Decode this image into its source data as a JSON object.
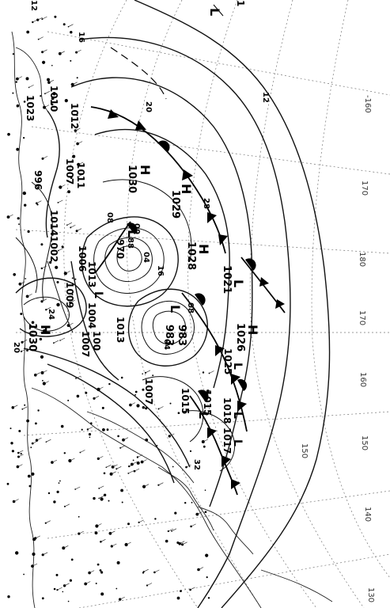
{
  "map": {
    "pressure_systems": [
      {
        "id": "low-983",
        "type": "L",
        "pressure": "983",
        "second_label": "983"
      },
      {
        "id": "low-970",
        "type": "L",
        "pressure": "970"
      },
      {
        "id": "high-1030-left",
        "type": "H",
        "pressure": "1030"
      },
      {
        "id": "high-1030-top",
        "type": "H",
        "pressure": "1030"
      },
      {
        "id": "high-1029",
        "type": "H",
        "pressure": "1029"
      },
      {
        "id": "high-1028",
        "type": "H",
        "pressure": "1028"
      },
      {
        "id": "high-1026",
        "type": "H",
        "pressure": "1026"
      },
      {
        "id": "high-1015",
        "type": "H",
        "pressure": "1015"
      },
      {
        "id": "low-1021",
        "type": "L",
        "pressure": "1021"
      },
      {
        "id": "low-1025",
        "type": "L",
        "pressure": "1025"
      },
      {
        "id": "low-1018",
        "type": "L",
        "pressure": "1018"
      },
      {
        "id": "low-1017",
        "type": "L",
        "pressure": "1017"
      },
      {
        "id": "low-1015",
        "type": "L",
        "pressure": "1015"
      },
      {
        "id": "low-1013",
        "type": "L",
        "pressure": "1013"
      },
      {
        "id": "low-1007a",
        "type": "L",
        "pressure": "1007"
      },
      {
        "id": "low-1004",
        "type": "L",
        "pressure": "1004"
      },
      {
        "id": "low-1006",
        "type": "L",
        "pressure": "1006"
      },
      {
        "id": "low-1002",
        "type": "L",
        "pressure": "1002"
      },
      {
        "id": "low-996",
        "type": "L",
        "pressure": "996"
      },
      {
        "id": "low-1014",
        "type": "L",
        "pressure": "1014"
      },
      {
        "id": "low-1011",
        "type": "L",
        "pressure": "1011"
      },
      {
        "id": "low-1010",
        "type": "L",
        "pressure": "1010"
      },
      {
        "id": "low-1023",
        "type": "L",
        "pressure": "1023"
      }
    ],
    "isobar_labels": [
      "16",
      "20",
      "12",
      "28",
      "24",
      "08",
      "04",
      "00",
      "88",
      "32",
      "20",
      "12",
      "16",
      "04",
      "08"
    ],
    "longitude_labels": [
      "-160",
      "170",
      "180",
      "170",
      "160",
      "150",
      "140",
      "130",
      "150"
    ],
    "extra_labels": [
      "100",
      "1007",
      "1013",
      "1009",
      "1007",
      "1012",
      "1"
    ]
  }
}
